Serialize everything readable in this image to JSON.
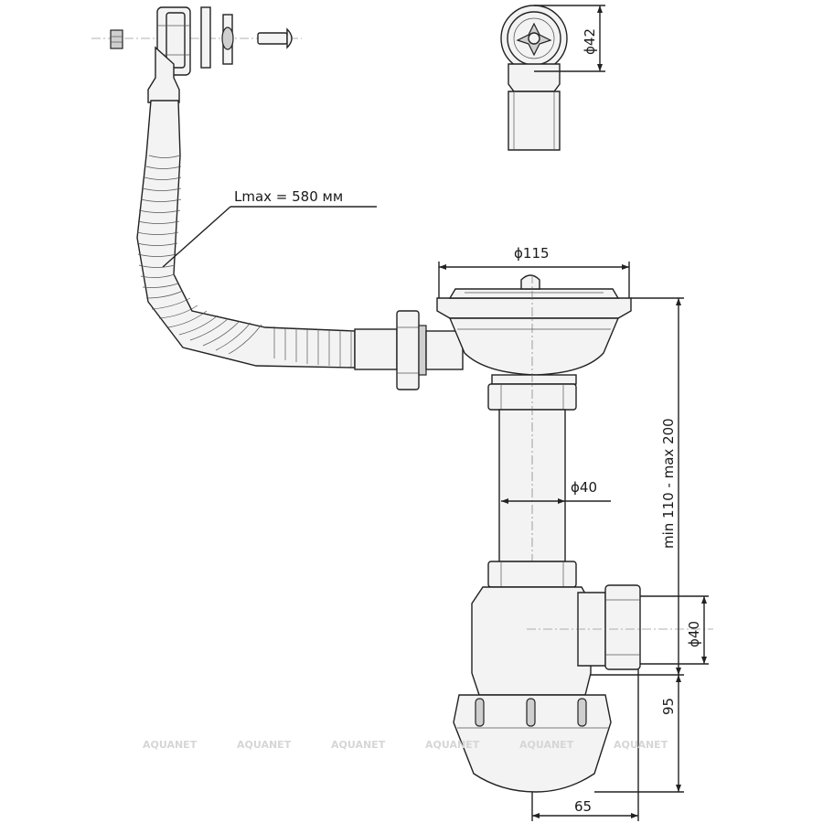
{
  "dimensions": {
    "hose_length": "Lmax = 580 мм",
    "outlet_diameter": "ϕ42",
    "strainer_diameter": "ϕ115",
    "pipe_diameter": "ϕ40",
    "side_outlet_diameter": "ϕ40",
    "height_range": "min 110 - max 200",
    "trap_height": "95",
    "trap_offset": "65"
  },
  "watermark": {
    "text": "AQUANET"
  }
}
